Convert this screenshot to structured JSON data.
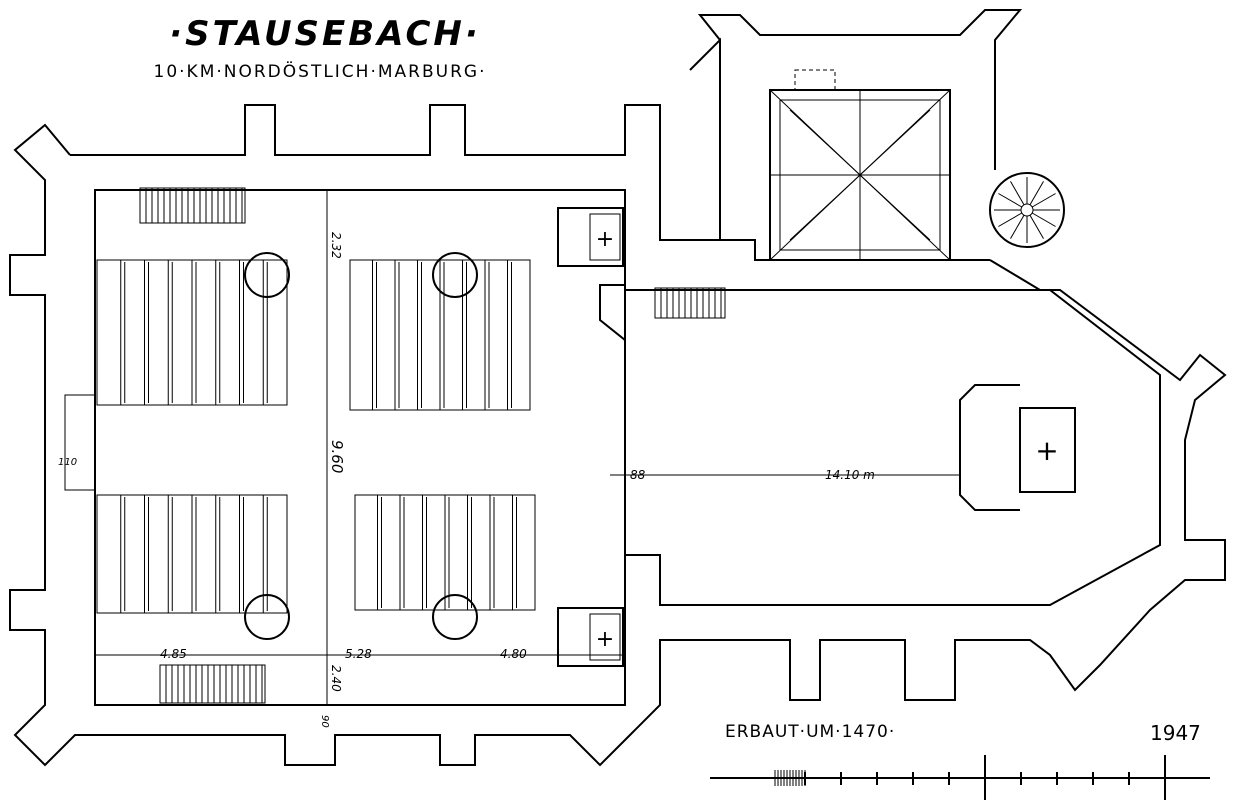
{
  "title": "·STAUSEBACH·",
  "subtitle": "10·KM·NORDÖSTLICH·MARBURG·",
  "built": "ERBAUT·UM·1470·",
  "signature_date": "1947",
  "dimensions": {
    "door_west": "110",
    "top_gap": "2.32",
    "nave_width": "9.60",
    "left_span": "4.85",
    "mid_span": "5.28",
    "right_span": "4.80",
    "bottom_gap": "2.40",
    "door_south": "90",
    "arch": "88",
    "chancel_length": "14.10 m"
  }
}
